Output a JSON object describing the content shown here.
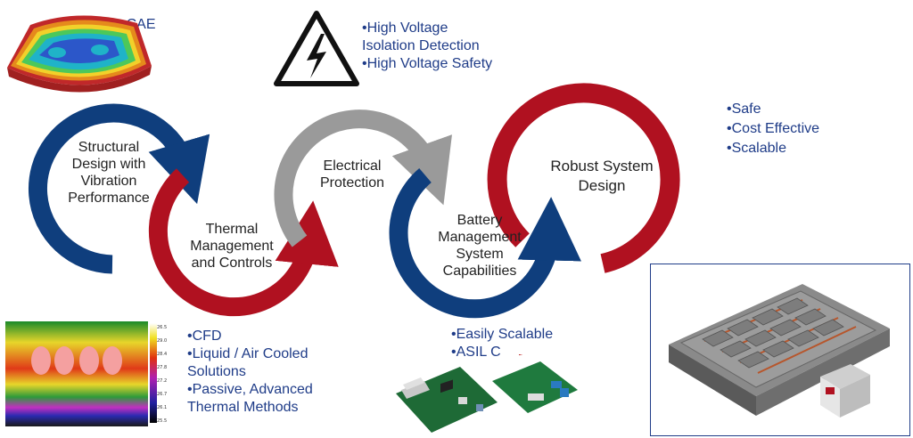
{
  "colors": {
    "navy": "#0f3e7d",
    "red": "#b01120",
    "gray": "#9a9a9a",
    "bullet_text": "#1f3c88",
    "label_text": "#222222"
  },
  "stages": [
    {
      "label": "Structural\nDesign with\nVibration\nPerformance",
      "color": "navy"
    },
    {
      "label": "Thermal\nManagement\nand Controls",
      "color": "red"
    },
    {
      "label": "Electrical\nProtection",
      "color": "gray"
    },
    {
      "label": "Battery\nManagement\nSystem\nCapabilities",
      "color": "navy"
    },
    {
      "label": "Robust System\nDesign",
      "color": "red"
    }
  ],
  "bullets": {
    "cae": [
      "CAE"
    ],
    "high_voltage": [
      "High Voltage\nIsolation Detection",
      "High Voltage Safety"
    ],
    "robust": [
      "Safe",
      "Cost Effective",
      "Scalable"
    ],
    "thermal": [
      "CFD",
      "Liquid / Air Cooled\nSolutions",
      "Passive, Advanced\nThermal Methods"
    ],
    "bms": [
      "Easily Scalable",
      "ASIL C"
    ]
  },
  "images": {
    "cae": "fea-mesh-image",
    "warning": "high-voltage-warning-icon",
    "thermal": "thermal-camera-image",
    "bms": "circuit-boards-image",
    "battery": "battery-pack-render"
  },
  "thermal_scale": [
    "26.5",
    "29.0",
    "28.4",
    "27.8",
    "27.2",
    "26.7",
    "26.1",
    "25.5"
  ]
}
